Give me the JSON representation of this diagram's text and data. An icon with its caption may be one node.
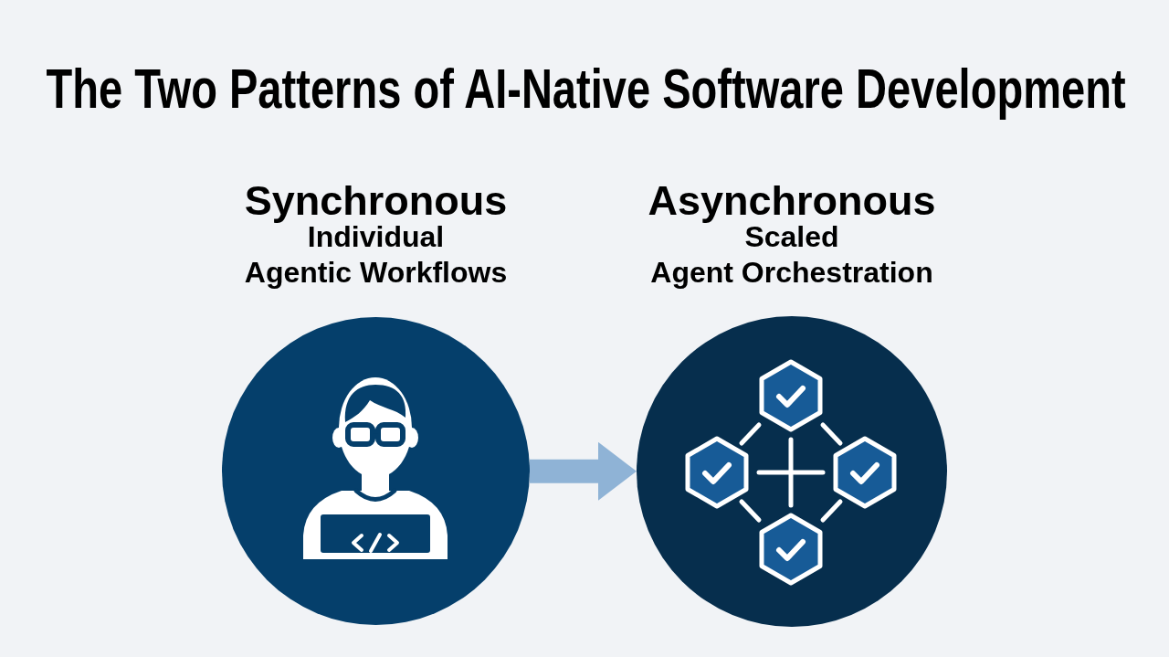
{
  "diagram": {
    "title": "The Two Patterns of AI-Native Software Development",
    "nodes": [
      {
        "text": [
          "Synchronous",
          "Individual Agentic Workflows"
        ]
      },
      {
        "text": [
          "Asynchronous",
          "Scaled Agent Orchestration"
        ]
      }
    ],
    "edges": [
      {
        "from": 0,
        "to": 1,
        "arrow": "to",
        "color": "#8fb3d6"
      }
    ]
  }
}
